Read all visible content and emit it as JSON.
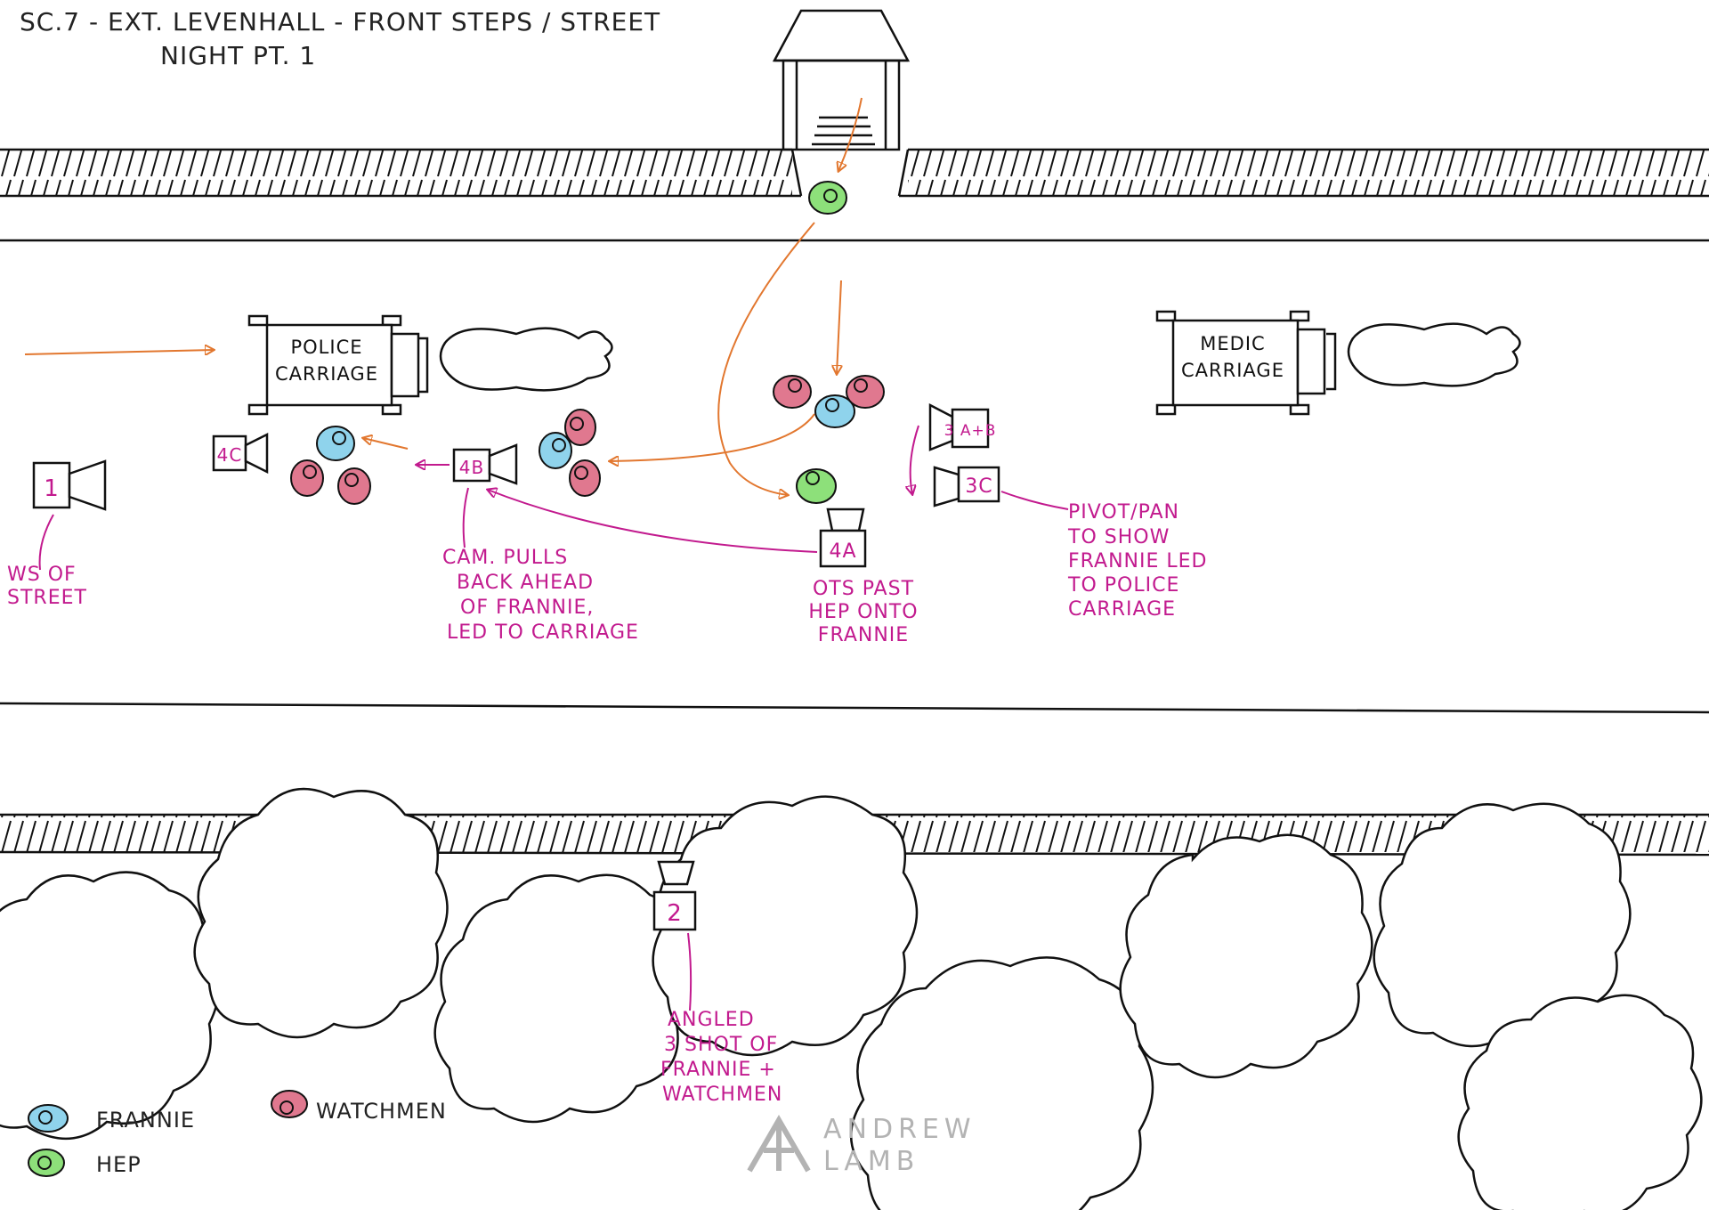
{
  "title": {
    "line1": "SC.7 - EXT. LEVENHALL - FRONT STEPS / STREET",
    "line2": "NIGHT PT. 1"
  },
  "carriages": {
    "police": [
      "POLICE",
      "CARRIAGE"
    ],
    "medic": [
      "MEDIC",
      "CARRIAGE"
    ]
  },
  "cameras": {
    "c1": "1",
    "c2": "2",
    "c3ab": "3 A+B",
    "c3c": "3C",
    "c4a": "4A",
    "c4b": "4B",
    "c4c": "4C"
  },
  "notes": {
    "ws": [
      "WS OF",
      "STREET"
    ],
    "cam_pulls": [
      "CAM. PULLS",
      "BACK AHEAD",
      "OF FRANNIE,",
      "LED TO CARRIAGE"
    ],
    "ots": [
      "OTS PAST",
      "HEP ONTO",
      "FRANNIE"
    ],
    "pivot": [
      "PIVOT/PAN",
      "TO SHOW",
      "FRANNIE LED",
      "TO POLICE",
      "CARRIAGE"
    ],
    "angled": [
      "ANGLED",
      "3 SHOT OF",
      "FRANNIE +",
      "WATCHMEN"
    ]
  },
  "legend": {
    "frannie": "FRANNIE",
    "hep": "HEP",
    "watchmen": "WATCHMEN"
  },
  "watermark": [
    "ANDREW",
    "LAMB"
  ],
  "colors": {
    "frannie": "#8fd3ec",
    "hep": "#8de07a",
    "watchmen": "#e0788f",
    "camera_annotation": "#c21a8e",
    "movement_arrow": "#e2772f",
    "ink": "#111111"
  }
}
